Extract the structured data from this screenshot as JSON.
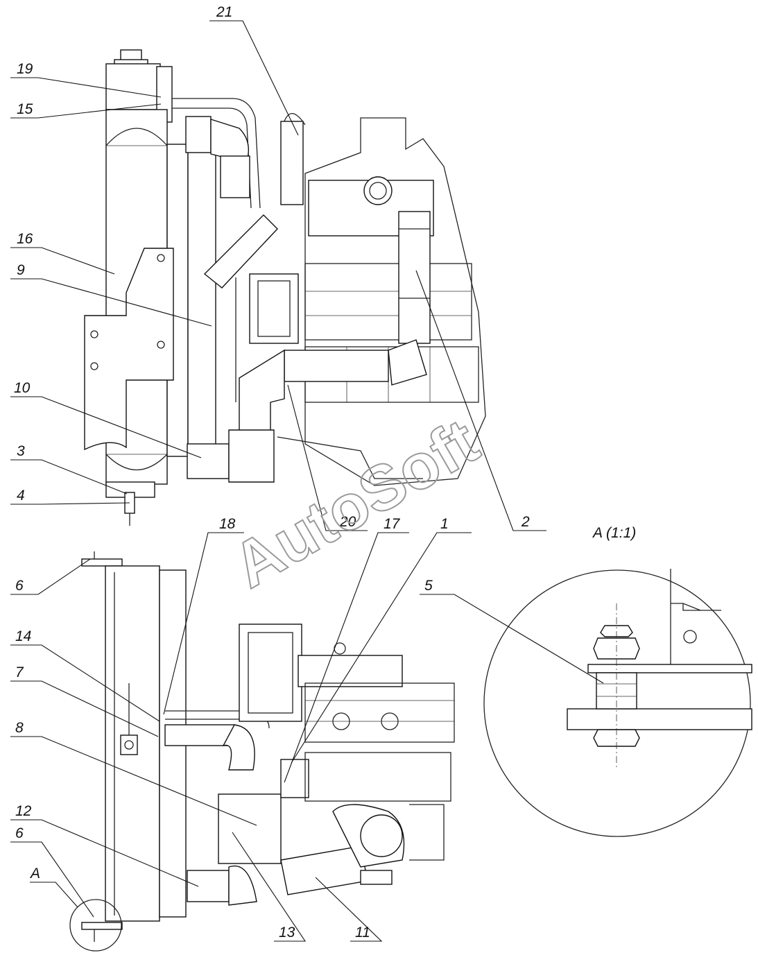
{
  "watermark": "AutoSoft",
  "detail_label": "A  (1:1)",
  "callouts_top": [
    "21",
    "19",
    "15",
    "16",
    "9",
    "10",
    "3",
    "4",
    "20",
    "2"
  ],
  "callouts_bottom": [
    "18",
    "17",
    "1",
    "6",
    "14",
    "7",
    "8",
    "12",
    "6",
    "A",
    "13",
    "11",
    "5"
  ]
}
